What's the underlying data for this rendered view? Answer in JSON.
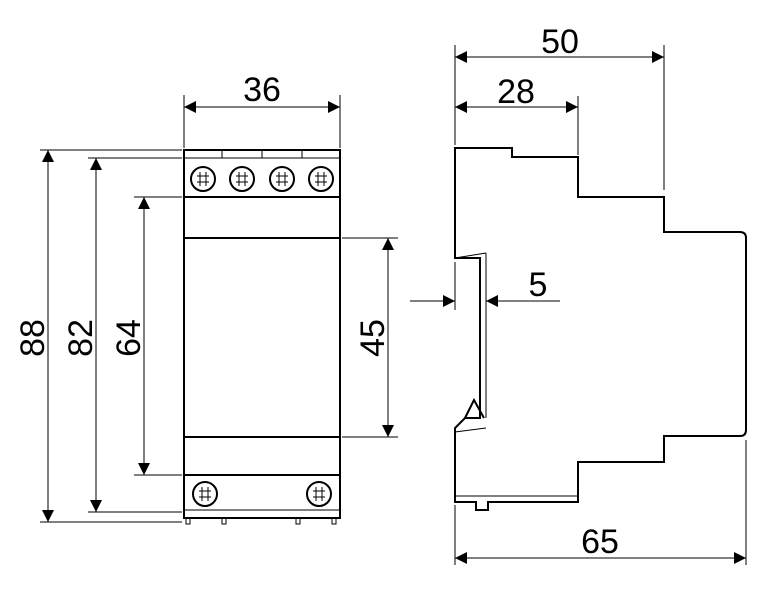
{
  "dimensions": {
    "front_width": "36",
    "front_height_total": "88",
    "front_height_body": "82",
    "front_height_inner": "64",
    "front_window_height": "45",
    "side_width_top": "50",
    "side_width_step": "28",
    "rail_offset": "5",
    "side_depth_total": "65"
  }
}
